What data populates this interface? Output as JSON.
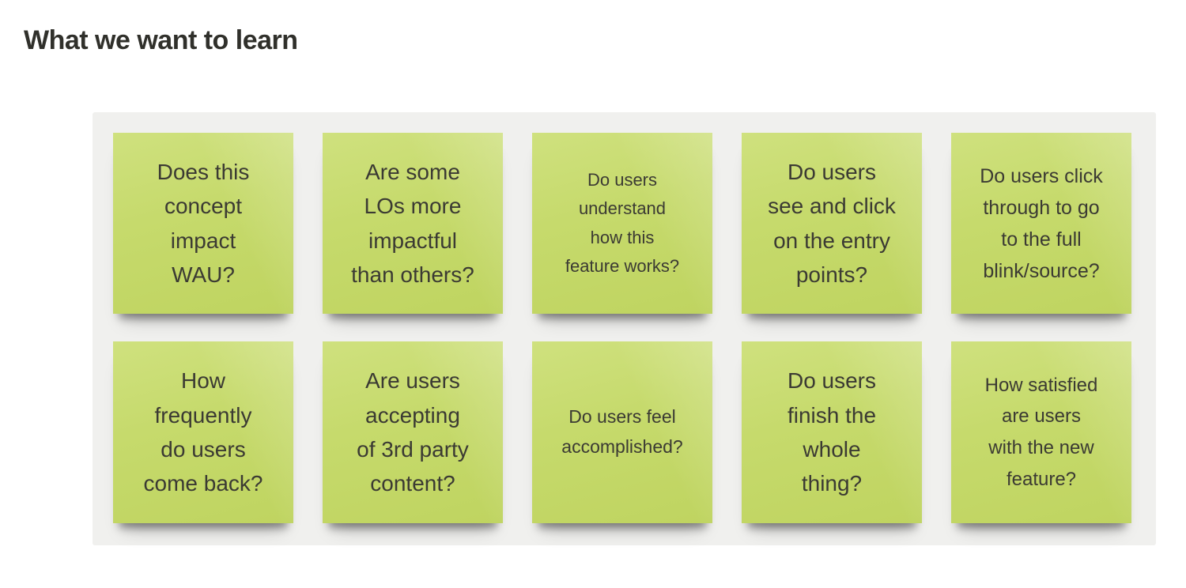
{
  "page": {
    "heading": "What we want to learn"
  },
  "board": {
    "notes": [
      {
        "text": "Does this\nconcept\nimpact\nWAU?"
      },
      {
        "text": "Are some\nLOs more\nimpactful\nthan others?"
      },
      {
        "text": "Do users\nunderstand\nhow this\nfeature works?"
      },
      {
        "text": "Do users\nsee and click\non the entry\npoints?"
      },
      {
        "text": "Do users click\nthrough to go\nto the full\nblink/source?"
      },
      {
        "text": "How\nfrequently\ndo users\ncome back?"
      },
      {
        "text": "Are users\naccepting\nof 3rd party\ncontent?"
      },
      {
        "text": "Do users feel\naccomplished?"
      },
      {
        "text": "Do users\nfinish the\nwhole\nthing?"
      },
      {
        "text": "How satisfied\nare users\nwith the new\nfeature?"
      }
    ]
  },
  "colors": {
    "heading_text": "#30302b",
    "board_bg": "#f0f0ee",
    "note_green": "#c6da6c",
    "note_green_light": "#cfe17e",
    "note_text": "#3b3a33"
  }
}
